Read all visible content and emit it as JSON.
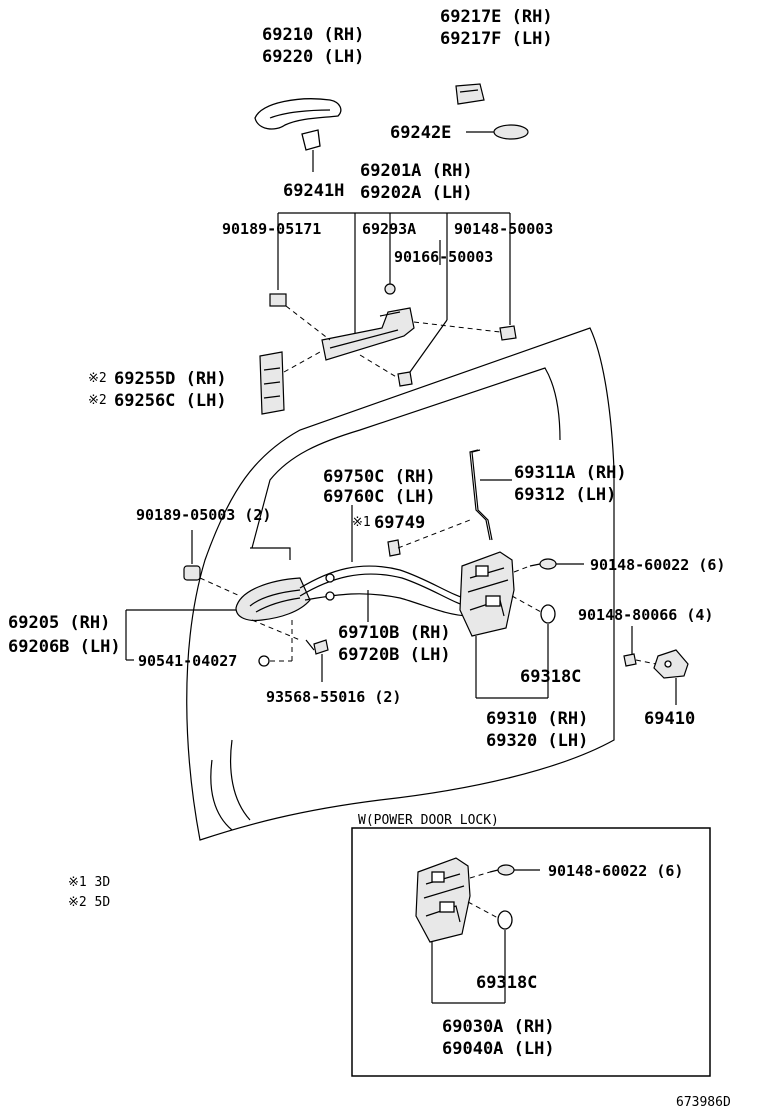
{
  "labels": {
    "p69210": "69210 (RH)",
    "p69220": "69220 (LH)",
    "p69217e": "69217E (RH)",
    "p69217f": "69217F (LH)",
    "p69242e": "69242E",
    "p69241h": "69241H",
    "p69201a": "69201A (RH)",
    "p69202a": "69202A (LH)",
    "p90189_05171": "90189-05171",
    "p69293a": "69293A",
    "p90148_50003": "90148-50003",
    "p90166_50003": "90166-50003",
    "p69255d": "69255D (RH)",
    "p69256c": "69256C (LH)",
    "mark2a": "※2",
    "mark2b": "※2",
    "p69750c": "69750C (RH)",
    "p69760c": "69760C (LH)",
    "p69311a": "69311A (RH)",
    "p69312": "69312 (LH)",
    "p90189_05003": "90189-05003 (2)",
    "mark1": "※1",
    "p69749": "69749",
    "p90148_60022": "90148-60022 (6)",
    "p90148_80066": "90148-80066 (4)",
    "p69205": "69205 (RH)",
    "p69206b": "69206B (LH)",
    "p69710b": "69710B (RH)",
    "p69720b": "69720B (LH)",
    "p90541_04027": "90541-04027",
    "p69318c": "69318C",
    "p69410": "69410",
    "p69310": "69310 (RH)",
    "p69320": "69320 (LH)",
    "p93568_55016": "93568-55016 (2)",
    "inset_title": "W(POWER DOOR LOCK)",
    "inset_90148_60022": "90148-60022 (6)",
    "inset_69318c": "69318C",
    "p69030a": "69030A (RH)",
    "p69040a": "69040A (LH)",
    "note1": "※1 3D",
    "note2": "※2 5D",
    "drawing_no": "673986D"
  }
}
